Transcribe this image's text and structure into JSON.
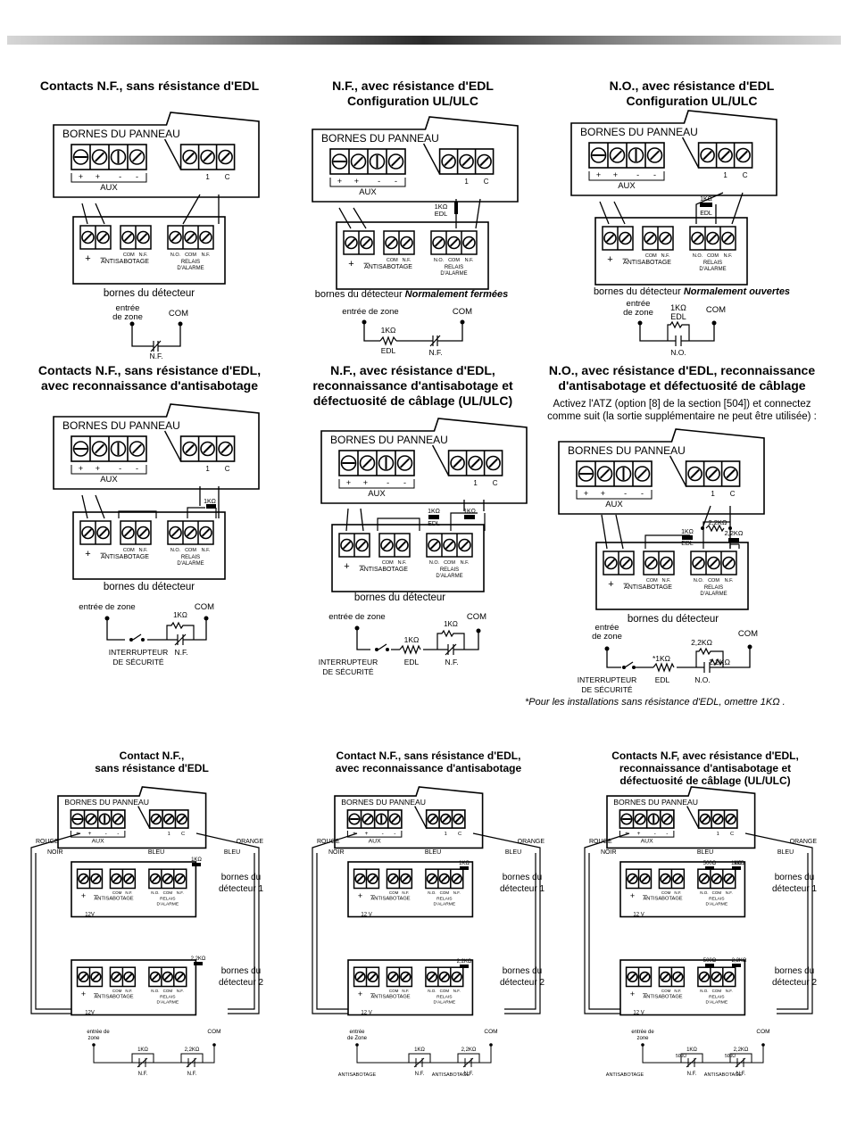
{
  "common": {
    "panel_terminals": "BORNES DU PANNEAU",
    "aux": "AUX",
    "plus": "+",
    "minus": "-",
    "zone_1": "1",
    "c": "C",
    "no": "N.O.",
    "com": "COM",
    "nf": "N.F.",
    "antisabotage": "ANTISABOTAGE",
    "relais": "RELAIS",
    "dalarme": "D'ALARME",
    "detector_terminals": "bornes du détecteur",
    "entree_de_zone": "entrée de zone",
    "entree": "entrée",
    "de_zone": "de zone",
    "de_Zone": "de Zone",
    "zone": "zone",
    "edl": "EDL",
    "r1k": "1KΩ",
    "r22k": "2,2KΩ",
    "r22k_alt": "2.2KΩ",
    "r500": "500Ω",
    "interrupteur": "INTERRUPTEUR",
    "de_securite": "DE SÉCURITÉ",
    "v12": "12V",
    "v12_spaced": "12 V",
    "rouge": "ROUGE",
    "noir": "NOIR",
    "bleu": "BLEU",
    "orange": "ORANGE",
    "bornes_du": "bornes du",
    "detecteur_1": "détecteur 1",
    "detecteur_2": "détecteur 2",
    "star_1k": "*1KΩ"
  },
  "panels": [
    {
      "title": "Contacts N.F.,  sans résistance d'EDL",
      "caption_a": "bornes du détecteur",
      "caption_b": ""
    },
    {
      "title": "N.F., avec résistance d'EDL",
      "subtitle": "Configuration UL/ULC",
      "caption_a": "bornes du détecteur ",
      "caption_b": "Normalement fermées"
    },
    {
      "title": "N.O., avec résistance d'EDL",
      "subtitle": "Configuration UL/ULC",
      "caption_a": "bornes du détecteur ",
      "caption_b": "Normalement ouvertes"
    },
    {
      "title": "Contacts  N.F., sans résistance d'EDL,",
      "subtitle": "avec reconnaissance d'antisabotage",
      "caption_a": "bornes du détecteur"
    },
    {
      "title": "N.F., avec résistance d'EDL,",
      "subtitle": "reconnaissance d'antisabotage et",
      "subtitle2": "défectuosité de câblage (UL/ULC)",
      "caption_a": "bornes du détecteur"
    },
    {
      "title": "N.O., avec résistance d'EDL, reconnaissance",
      "subtitle": "d'antisabotage et défectuosité de câblage",
      "note_line1": "Activez l'ATZ (option [8] de la section [504]) et connectez",
      "note_line2": "comme suit (la sortie supplémentaire ne peut être utilisée) :",
      "caption_a": "bornes du détecteur",
      "footnote": "*Pour les installations sans résistance d'EDL, omettre 1KΩ ."
    },
    {
      "title": "Contact N.F.,",
      "subtitle": "sans résistance d'EDL"
    },
    {
      "title": "Contact N.F., sans résistance d'EDL,",
      "subtitle": "avec reconnaissance d'antisabotage"
    },
    {
      "title": "Contacts N.F, avec résistance d'EDL,",
      "subtitle": "reconnaissance d'antisabotage et",
      "subtitle2": "défectuosité de câblage (UL/ULC)"
    }
  ]
}
